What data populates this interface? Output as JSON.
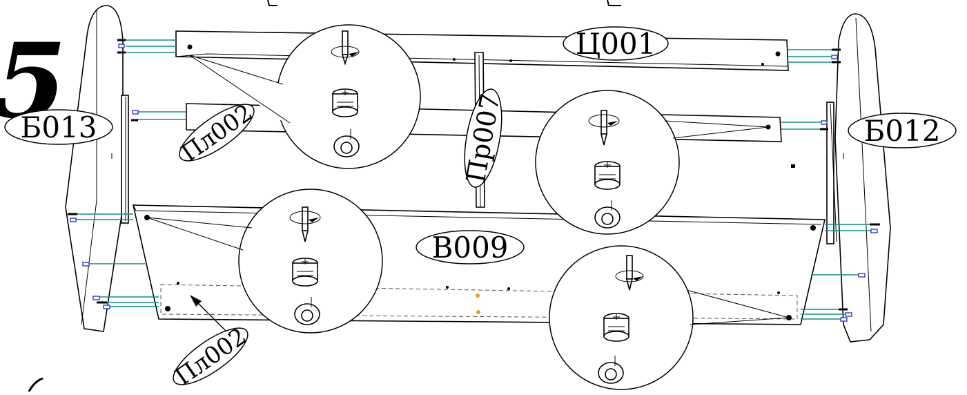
{
  "step_number": "5",
  "labels": {
    "shelf_top": "Ц001",
    "plate_back_top": "Пл002",
    "partition": "Пр007",
    "side_left": "Б013",
    "side_right": "Б012",
    "front_panel": "В009",
    "plate_bottom": "Пл002"
  },
  "colors": {
    "line": "#000000",
    "dowel": "#0e8f8f",
    "pin": "#1c2bd4",
    "highlight": "#f0a020"
  },
  "icons": [
    "screwdriver-icon",
    "rotate-arrow-icon",
    "cam-lock-icon",
    "cam-hole-icon"
  ]
}
